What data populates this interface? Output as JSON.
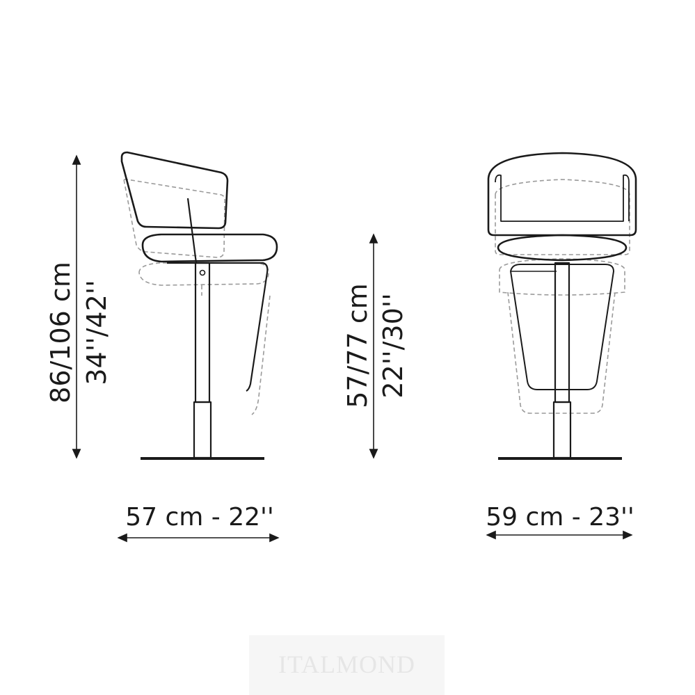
{
  "dimensions": {
    "side_height": "86/106 cm",
    "side_height_in": "34''/42''",
    "seat_height": "57/77 cm",
    "seat_height_in": "22''/30''",
    "side_width": "57 cm - 22''",
    "front_width": "59 cm - 23''"
  },
  "watermark": "ITALMOND",
  "colors": {
    "line": "#1a1a1a",
    "dashed": "#9a9a9a"
  }
}
